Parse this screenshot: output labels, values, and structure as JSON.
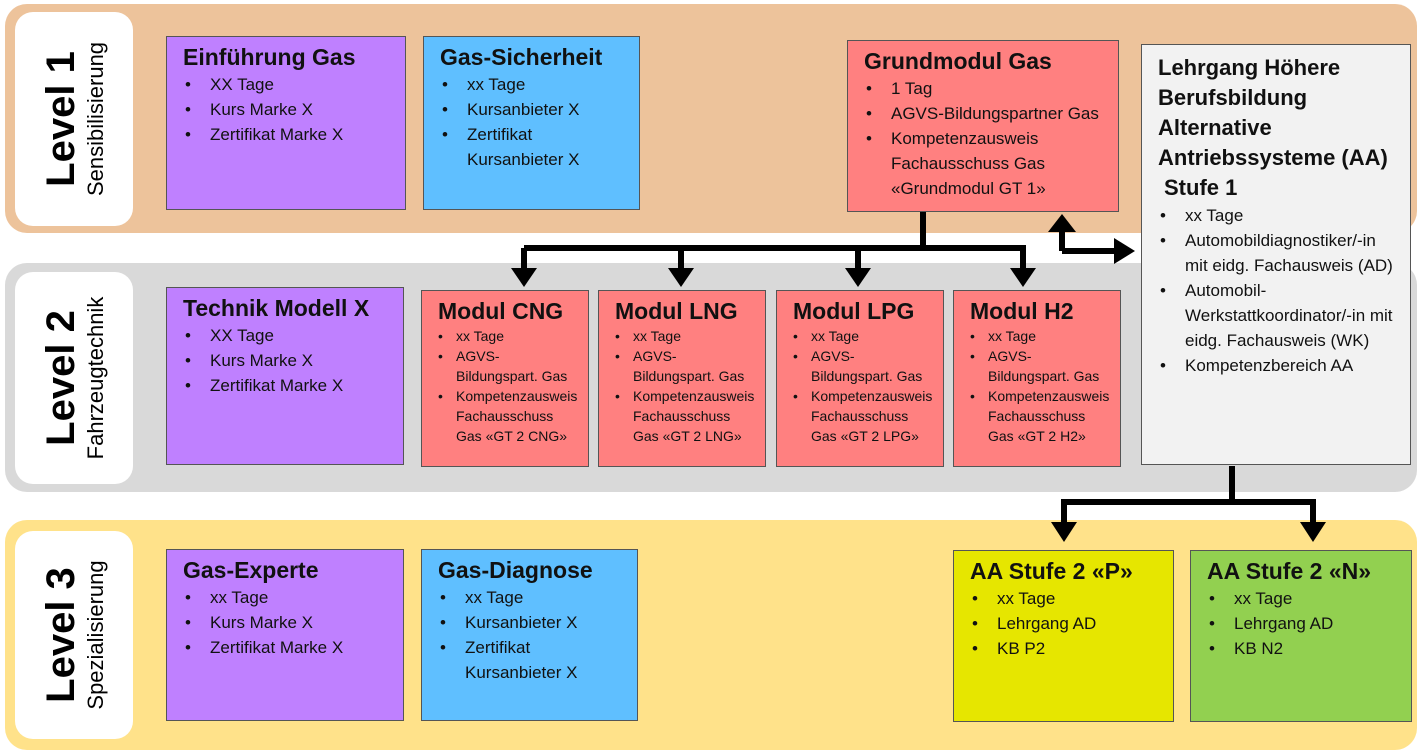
{
  "levels": [
    {
      "title": "Level 1",
      "subtitle": "Sensibilisierung"
    },
    {
      "title": "Level 2",
      "subtitle": "Fahrzeugtechnik"
    },
    {
      "title": "Level 3",
      "subtitle": "Spezialisierung"
    }
  ],
  "level1": {
    "einfuehrung": {
      "title": "Einführung Gas",
      "items": [
        "XX Tage",
        "Kurs Marke X",
        "Zertifikat Marke X"
      ]
    },
    "sicherheit": {
      "title": "Gas-Sicherheit",
      "items": [
        "xx Tage",
        "Kursanbieter X",
        "Zertifikat Kursanbieter X"
      ]
    },
    "grundmodul": {
      "title": "Grundmodul Gas",
      "items": [
        "1 Tag",
        "AGVS-Bildungspartner Gas",
        "Kompetenzausweis Fachausschuss Gas «Grundmodul GT 1»"
      ]
    }
  },
  "level2": {
    "technik": {
      "title": "Technik Modell X",
      "items": [
        "XX Tage",
        "Kurs Marke X",
        "Zertifikat Marke X"
      ]
    },
    "modules": [
      {
        "title": "Modul CNG",
        "items": [
          "xx Tage",
          "AGVS-Bildungspart. Gas",
          "Kompetenzausweis Fachausschuss Gas «GT 2 CNG»"
        ]
      },
      {
        "title": "Modul LNG",
        "items": [
          "xx Tage",
          "AGVS-Bildungspart. Gas",
          "Kompetenzausweis Fachausschuss Gas «GT 2 LNG»"
        ]
      },
      {
        "title": "Modul LPG",
        "items": [
          "xx Tage",
          "AGVS-Bildungspart. Gas",
          "Kompetenzausweis Fachausschuss Gas «GT 2 LPG»"
        ]
      },
      {
        "title": "Modul H2",
        "items": [
          "xx Tage",
          "AGVS-Bildungspart. Gas",
          "Kompetenzausweis Fachausschuss Gas «GT 2 H2»"
        ]
      }
    ]
  },
  "lehrgang": {
    "title": "Lehrgang Höhere Berufsbildung Alternative Antriebssysteme (AA)",
    "stufe": "Stufe 1",
    "items": [
      "xx Tage",
      "Automobildiagnostiker/-in mit eidg. Fachausweis (AD)",
      "Automobil-Werkstattkoordinator/-in mit eidg. Fachausweis (WK)",
      "Kompetenzbereich AA"
    ]
  },
  "level3": {
    "experte": {
      "title": "Gas-Experte",
      "items": [
        "xx Tage",
        "Kurs Marke X",
        "Zertifikat Marke X"
      ]
    },
    "diagnose": {
      "title": "Gas-Diagnose",
      "items": [
        "xx Tage",
        "Kursanbieter X",
        "Zertifikat Kursanbieter X"
      ]
    },
    "aa_p": {
      "title": "AA Stufe 2 «P»",
      "items": [
        "xx Tage",
        "Lehrgang AD",
        "KB P2"
      ]
    },
    "aa_n": {
      "title": "AA Stufe 2 «N»",
      "items": [
        "xx Tage",
        "Lehrgang AD",
        "KB N2"
      ]
    }
  },
  "colors": {
    "band1": "#edc39b",
    "band2": "#d9d9d9",
    "band3": "#ffe28a",
    "purple": "#bf80ff",
    "blue": "#5fbfff",
    "red": "#ff8080",
    "yellow": "#e6e600",
    "green": "#92d050",
    "grey": "#f2f2f2"
  }
}
